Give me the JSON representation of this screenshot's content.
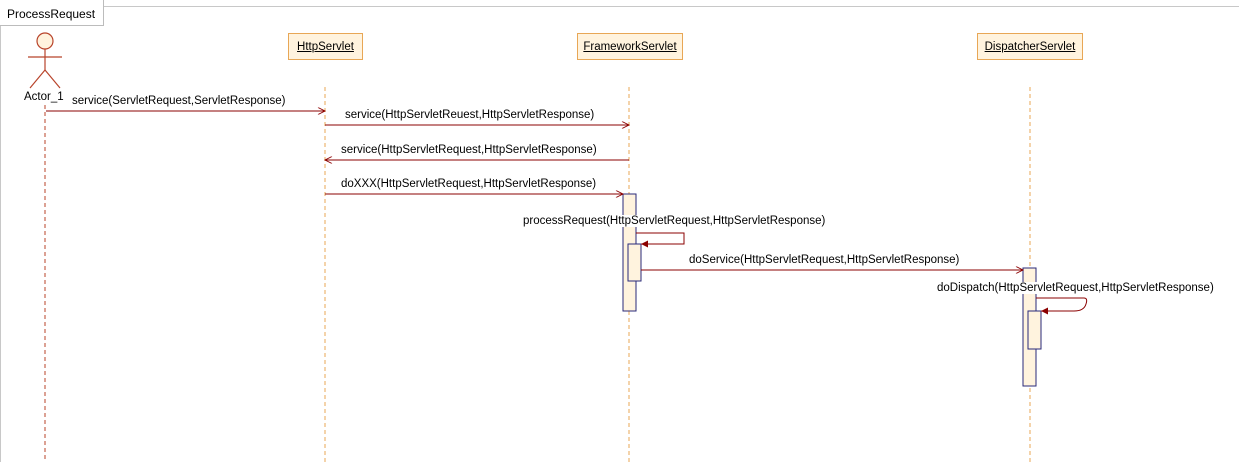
{
  "diagram": {
    "frame_title": "ProcessRequest",
    "actor": {
      "name": "Actor_1"
    },
    "lifelines": [
      {
        "id": "http",
        "name": "HttpServlet"
      },
      {
        "id": "framework",
        "name": "FrameworkServlet"
      },
      {
        "id": "dispatcher",
        "name": "DispatcherServlet"
      }
    ],
    "messages": [
      {
        "from": "actor",
        "to": "http",
        "label": "service(ServletRequest,ServletResponse)"
      },
      {
        "from": "http",
        "to": "framework",
        "label": "service(HttpServletReuest,HttpServletResponse)"
      },
      {
        "from": "framework",
        "to": "http",
        "label": "service(HttpServletRequest,HttpServletResponse)"
      },
      {
        "from": "http",
        "to": "framework",
        "label": "doXXX(HttpServletRequest,HttpServletResponse)"
      },
      {
        "from": "framework",
        "to": "framework",
        "label": "processRequest(HttpServletRequest,HttpServletResponse)"
      },
      {
        "from": "framework",
        "to": "dispatcher",
        "label": "doService(HttpServletRequest,HttpServletResponse)"
      },
      {
        "from": "dispatcher",
        "to": "dispatcher",
        "label": "doDispatch(HttpServletRequest,HttpServletResponse)"
      }
    ],
    "colors": {
      "lifeline": "#e8a756",
      "lifeline_fill": "#fff3de",
      "message": "#8b0000",
      "activation_border": "#2a2a7a"
    }
  }
}
